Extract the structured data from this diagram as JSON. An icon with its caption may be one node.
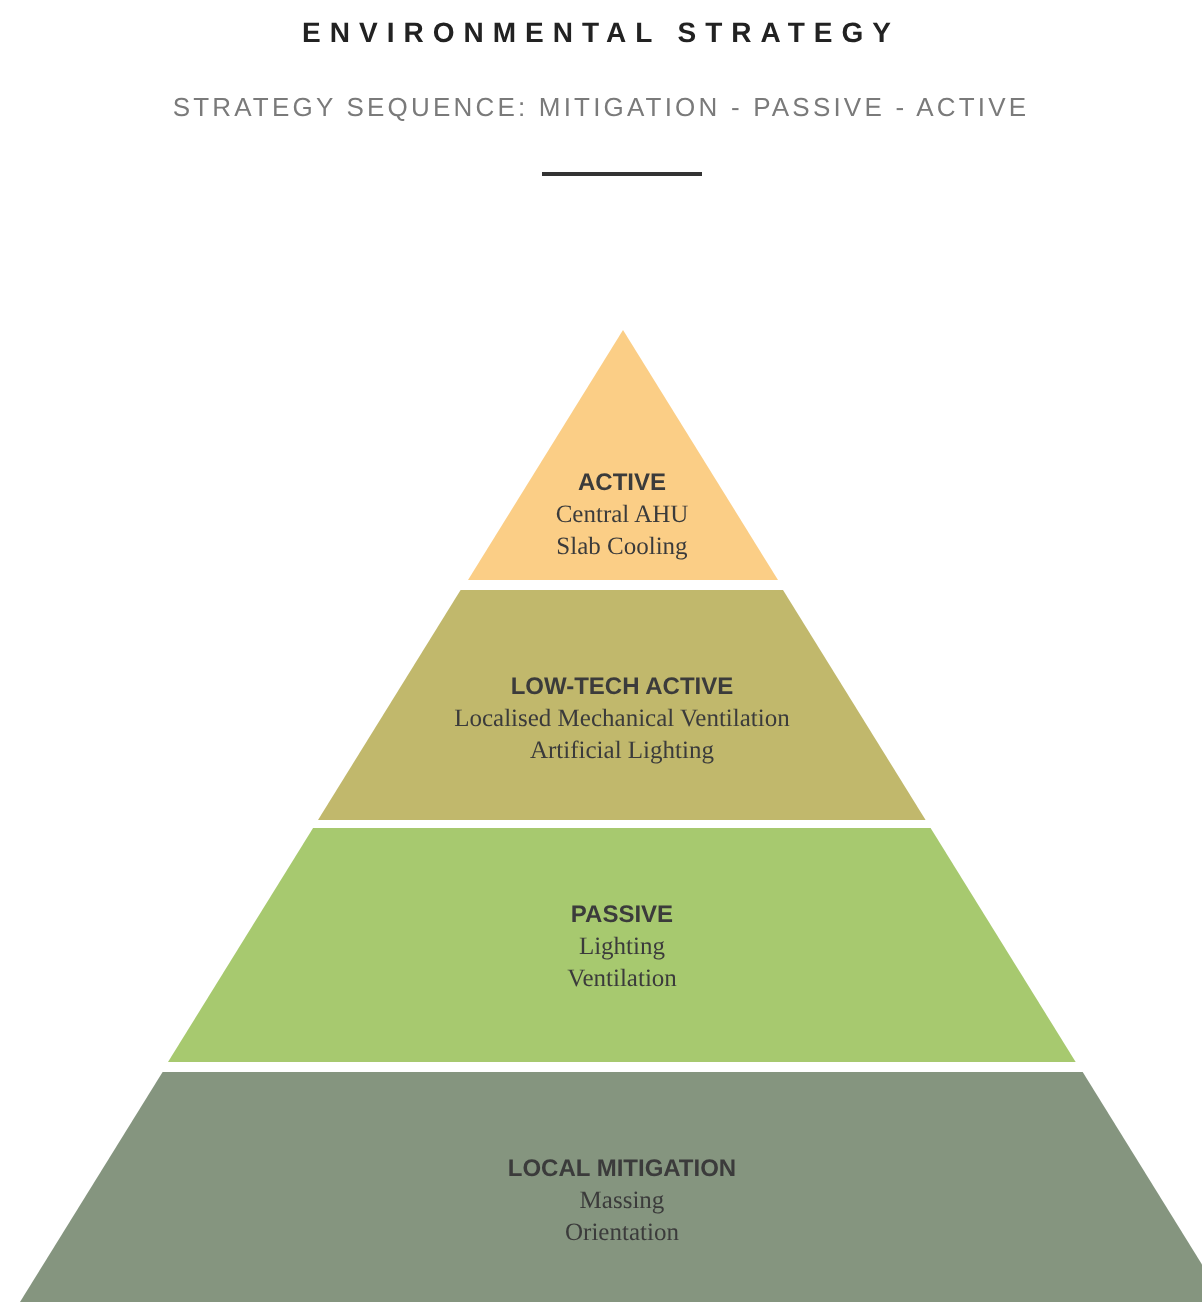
{
  "diagram": {
    "title": "ENVIRONMENTAL STRATEGY",
    "nodes": [
      {
        "text": [
          "ACTIVE",
          "Central AHU",
          "Slab Cooling"
        ]
      },
      {
        "text": [
          "LOW-TECH ACTIVE",
          "Localised Mechanical Ventilation",
          "Artificial Lighting"
        ]
      },
      {
        "text": [
          "PASSIVE",
          "Lighting",
          "Ventilation"
        ]
      },
      {
        "text": [
          "LOCAL MITIGATION",
          "Massing",
          "Orientation"
        ]
      }
    ],
    "labels": [
      "STRATEGY SEQUENCE: MITIGATION - PASSIVE - ACTIVE"
    ]
  }
}
